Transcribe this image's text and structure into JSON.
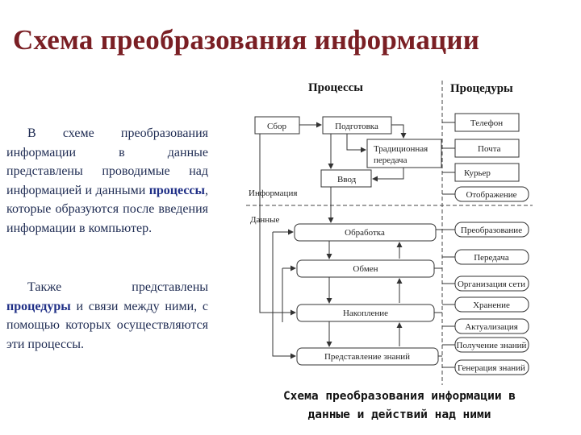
{
  "title": "Схема преобразования информации",
  "text": {
    "p1_a": "В схеме преобразования информации в данные представлены проводимые над информацией и данными",
    "p1_b": "процессы",
    "p1_c": ", которые образуются после введения информации в компьютер.",
    "p2_a": "Также представлены",
    "p2_b": "процедуры",
    "p2_c": "и связи между ними, с помощью которых осуществляются эти процессы."
  },
  "diagram": {
    "col_processes": "Процессы",
    "col_procedures": "Процедуры",
    "label_info": "Информация",
    "label_data": "Данные",
    "boxes": {
      "sbor": "Сбор",
      "podgotovka": "Подготовка",
      "trad1": "Традиционная",
      "trad2": "передача",
      "vvod": "Ввод",
      "obrabotka": "Обработка",
      "obmen": "Обмен",
      "nakoplenie": "Накопление",
      "predstavlenie": "Представление знаний"
    },
    "procedures_rect": [
      "Телефон",
      "Почта",
      "Курьер"
    ],
    "procedures_round": [
      "Отображение",
      "Преобразование",
      "Передача",
      "Организация сети",
      "Хранение",
      "Актуализация",
      "Получение знаний",
      "Генерация знаний"
    ]
  },
  "caption": {
    "line1": "Схема преобразования информации в",
    "line2": "данные и действий над ними"
  }
}
